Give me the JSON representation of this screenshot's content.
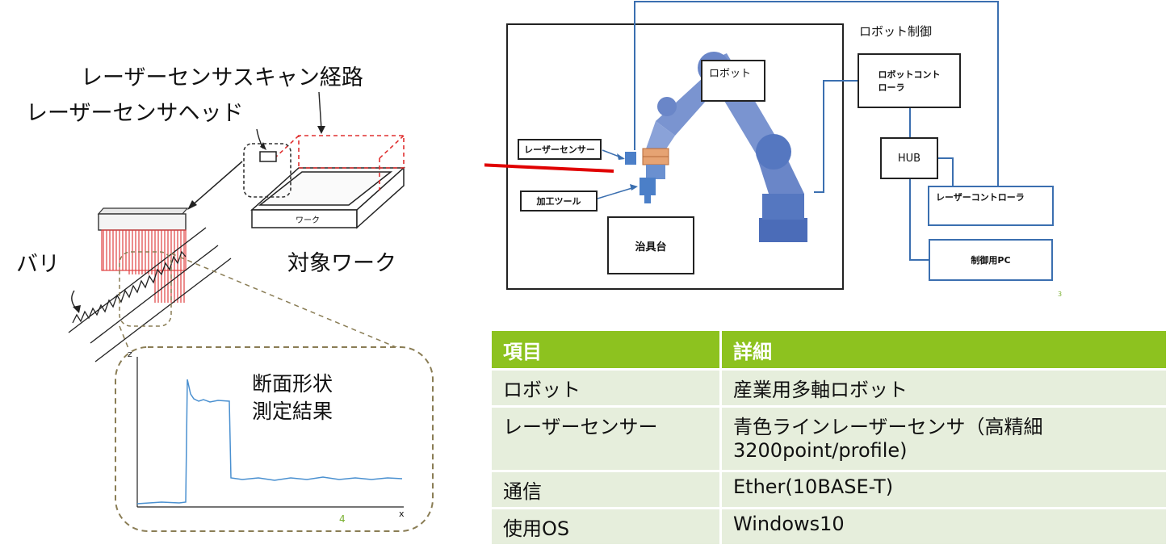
{
  "left": {
    "scan_path_label": "レーザーセンサスキャン経路",
    "sensor_head_label": "レーザーセンサヘッド",
    "bari_label": "バリ",
    "target_work_label": "対象ワーク",
    "work_small_label": "ワーク",
    "profile_result_line1": "断面形状",
    "profile_result_line2": "測定結果",
    "page_number": "4",
    "axis_x": "x",
    "axis_z": "z"
  },
  "system": {
    "robot_control_label": "ロボット制御",
    "robot_label": "ロボット",
    "laser_sensor_label": "レーザーセンサー",
    "tool_label": "加工ツール",
    "jig_label": "治具台",
    "robot_controller_label": "ロボットコント\nローラ",
    "hub_label": "HUB",
    "laser_controller_label": "レーザーコントローラ",
    "pc_label": "制御用PC",
    "page_number": "3"
  },
  "spec_table": {
    "headers": [
      "項目",
      "詳細"
    ],
    "rows": [
      [
        "ロボット",
        "産業用多軸ロボット"
      ],
      [
        "レーザーセンサー",
        "青色ラインレーザーセンサ（高精細\n3200point/profile)"
      ],
      [
        "通信",
        "Ether(10BASE-T)"
      ],
      [
        "使用OS",
        "Windows10"
      ]
    ]
  },
  "colors": {
    "table_header": "#8dc21f",
    "table_row": "#e6eedc",
    "arrow_red": "#e00000",
    "line_blue": "#3b6fb0",
    "robot_arm": "#6a86c8",
    "profile_line": "#4a90d0",
    "dashed_olive": "#8a7d55"
  }
}
